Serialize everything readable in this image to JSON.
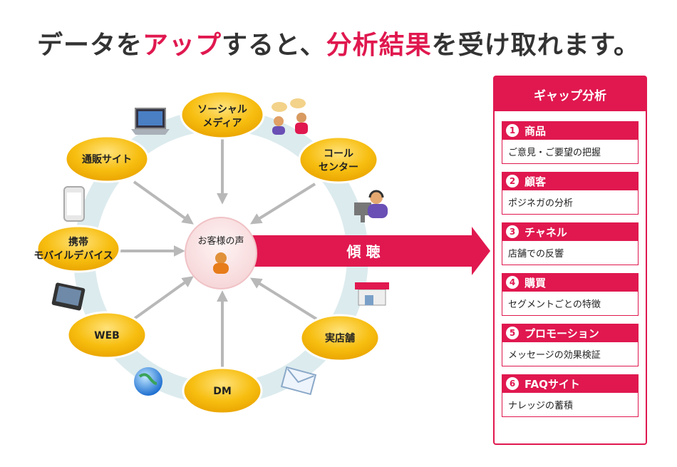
{
  "headline": {
    "part1": "データを",
    "part2": "アップ",
    "part3": "すると、",
    "part4": "分析結果",
    "part5": "を受け取れます。"
  },
  "center": {
    "label": "お客様の声"
  },
  "arrow": {
    "label": "傾 聴"
  },
  "nodes": {
    "social": {
      "line1": "ソーシャル",
      "line2": "メディア"
    },
    "call": {
      "line1": "コール",
      "line2": "センター"
    },
    "store": {
      "line1": "実店舗"
    },
    "dm": {
      "line1": "DM"
    },
    "web": {
      "line1": "WEB"
    },
    "mobile": {
      "line1": "携帯",
      "line2": "モバイルデバイス"
    },
    "site": {
      "line1": "通販サイト"
    }
  },
  "panel": {
    "title": "ギャップ分析",
    "items": [
      {
        "num": "1",
        "head": "商品",
        "body": "ご意見・ご要望の把握"
      },
      {
        "num": "2",
        "head": "顧客",
        "body": "ポジネガの分析"
      },
      {
        "num": "3",
        "head": "チャネル",
        "body": "店舗での反響"
      },
      {
        "num": "4",
        "head": "購買",
        "body": "セグメントごとの特徴"
      },
      {
        "num": "5",
        "head": "プロモーション",
        "body": "メッセージの効果検証"
      },
      {
        "num": "6",
        "head": "FAQサイト",
        "body": "ナレッジの蓄積"
      }
    ]
  },
  "colors": {
    "accent": "#e0184f",
    "node": "#f5b800",
    "ring": "#dcebee",
    "arrow_gray": "#b8b8b8"
  },
  "icons": [
    "laptop-icon",
    "people-chat-icon",
    "operator-icon",
    "smartphone-icon",
    "tablet-icon",
    "shop-icon",
    "globe-icon",
    "envelope-icon",
    "customer-icon"
  ]
}
